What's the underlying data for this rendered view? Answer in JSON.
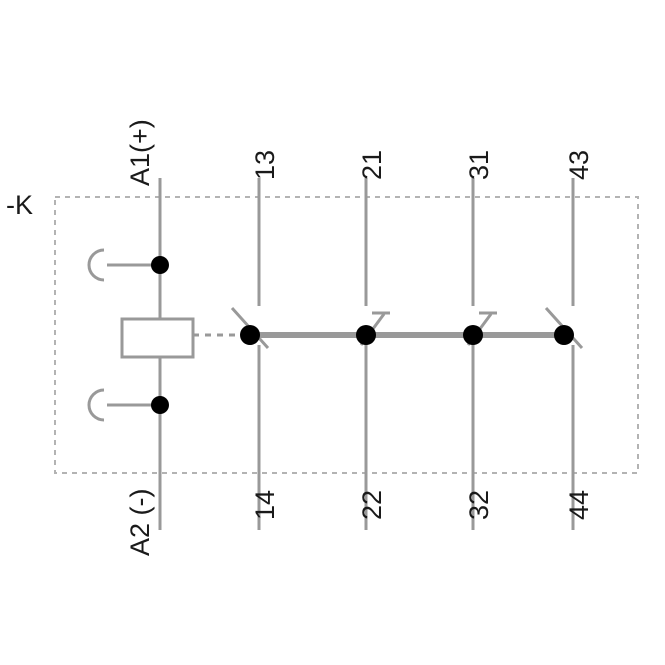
{
  "diagram": {
    "device_label": "-K",
    "title_present": false,
    "coil": {
      "terminal_top_label": "A1(+)",
      "terminal_bottom_label": "A2 (-)",
      "symbol": "relay-coil-rectangle"
    },
    "contacts": [
      {
        "top_label": "13",
        "bottom_label": "14",
        "type": "normally-open"
      },
      {
        "top_label": "21",
        "bottom_label": "22",
        "type": "normally-closed"
      },
      {
        "top_label": "31",
        "bottom_label": "32",
        "type": "normally-closed"
      },
      {
        "top_label": "43",
        "bottom_label": "44",
        "type": "normally-open"
      }
    ],
    "colors": {
      "line": "#999999",
      "node": "#000000",
      "text": "#1a1a1a",
      "dashed_border": "#b0b0b0",
      "background": "#ffffff"
    }
  }
}
